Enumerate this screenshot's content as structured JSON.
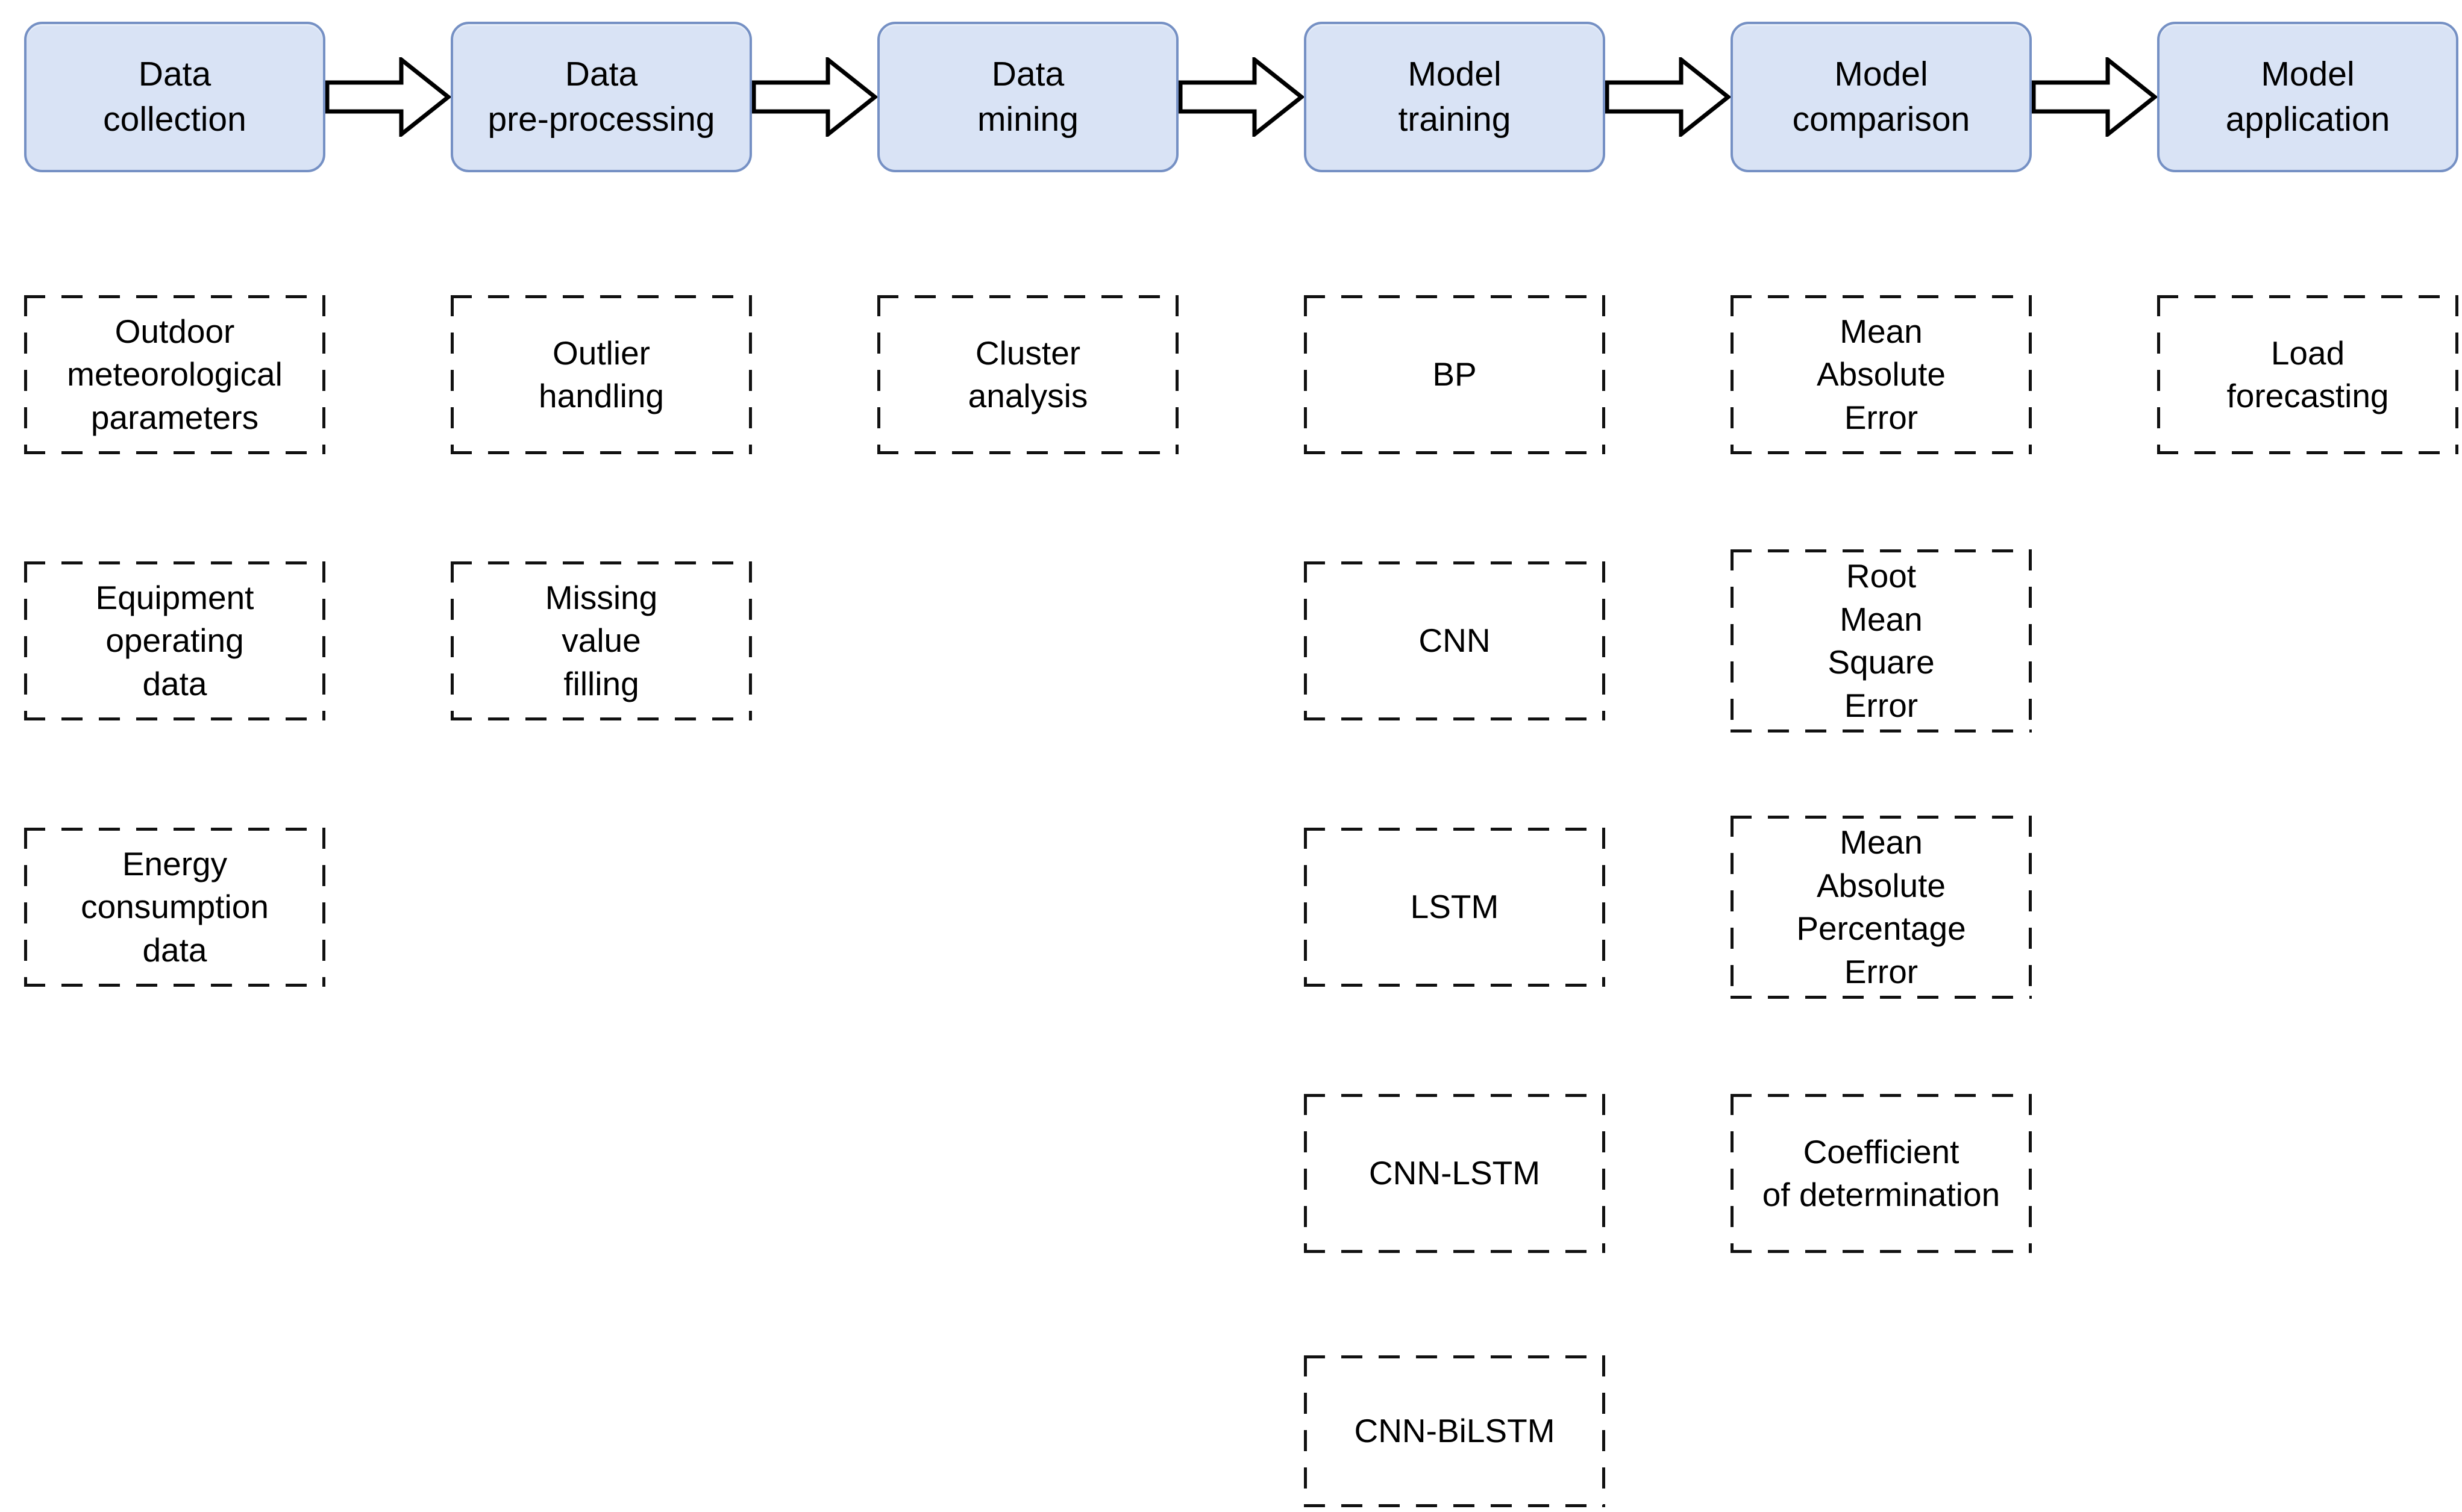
{
  "colors": {
    "stage_fill": "#d9e3f5",
    "stage_border": "#7590c4",
    "dash_border": "#111111",
    "arrow_fill": "#ffffff",
    "arrow_stroke": "#000000"
  },
  "stages": [
    {
      "label": "Data\ncollection",
      "items": [
        "Outdoor\nmeteorological\nparameters",
        "Equipment\noperating\ndata",
        "Energy\nconsumption\ndata"
      ]
    },
    {
      "label": "Data\npre-processing",
      "items": [
        "Outlier\nhandling",
        "Missing\nvalue\nfilling"
      ]
    },
    {
      "label": "Data\nmining",
      "items": [
        "Cluster\nanalysis"
      ]
    },
    {
      "label": "Model\ntraining",
      "items": [
        "BP",
        "CNN",
        "LSTM",
        "CNN-LSTM",
        "CNN-BiLSTM"
      ]
    },
    {
      "label": "Model\ncomparison",
      "items": [
        "Mean\nAbsolute\nError",
        "Root\nMean\nSquare\nError",
        "Mean\nAbsolute\nPercentage\nError",
        "Coefficient\nof determination"
      ]
    },
    {
      "label": "Model\napplication",
      "items": [
        "Load\nforecasting"
      ]
    }
  ]
}
